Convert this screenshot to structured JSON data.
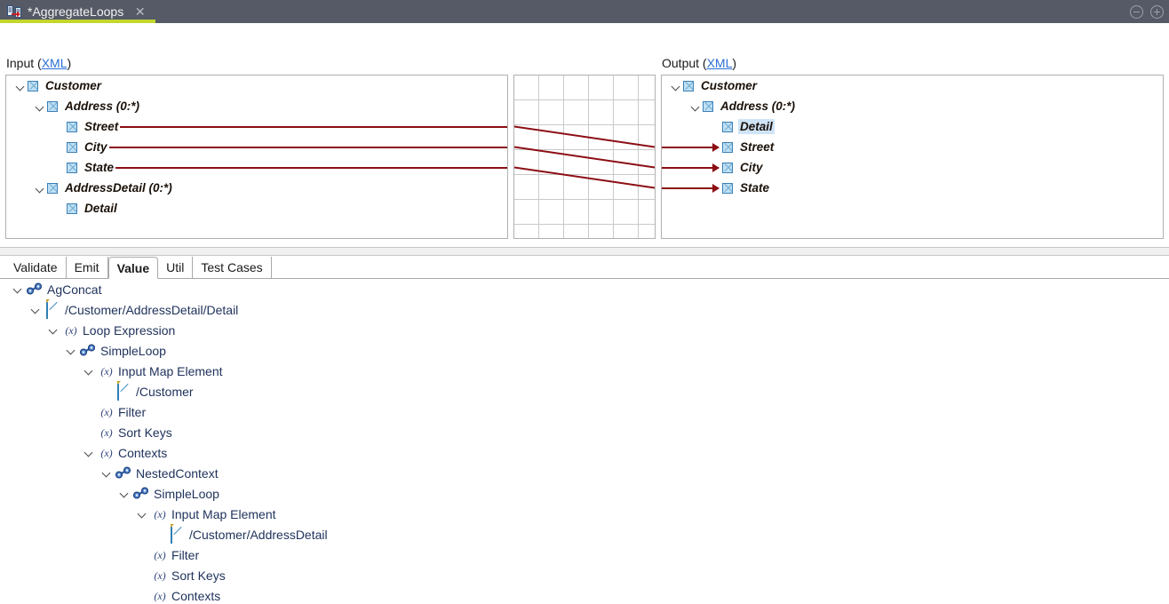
{
  "titlebar": {
    "tab_label": "*AggregateLoops",
    "tab_icon": "map-transform-icon",
    "close_icon": "close-icon",
    "minimize_icon": "minimize-icon",
    "maximize_icon": "maximize-icon",
    "accent_color": "#c2d62e",
    "background_color": "#555a66"
  },
  "mapper": {
    "input": {
      "label": "Input (",
      "link": "XML",
      "label_end": ")",
      "path": "/Examples/Structures/Simple/Customer/CustomerAddress",
      "nodes": [
        {
          "label": "Customer",
          "depth": 0,
          "expander": "open",
          "connector": "none"
        },
        {
          "label": "Address (0:*)",
          "depth": 1,
          "expander": "open",
          "connector": "none"
        },
        {
          "label": "Street",
          "depth": 2,
          "expander": "none",
          "connector": "out"
        },
        {
          "label": "City",
          "depth": 2,
          "expander": "none",
          "connector": "out"
        },
        {
          "label": "State",
          "depth": 2,
          "expander": "none",
          "connector": "out"
        },
        {
          "label": "AddressDetail (0:*)",
          "depth": 1,
          "expander": "open",
          "connector": "none"
        },
        {
          "label": "Detail",
          "depth": 2,
          "expander": "none",
          "connector": "none"
        }
      ]
    },
    "output": {
      "label": "Output (",
      "link": "XML",
      "label_end": ")",
      "path": "/Examples/Structures/Simple/Customer/CustomerCombinedAddresses",
      "nodes": [
        {
          "label": "Customer",
          "depth": 0,
          "expander": "open",
          "connector": "none",
          "selected": false
        },
        {
          "label": "Address (0:*)",
          "depth": 1,
          "expander": "open",
          "connector": "none",
          "selected": false
        },
        {
          "label": "Detail",
          "depth": 2,
          "expander": "none",
          "connector": "none",
          "selected": true
        },
        {
          "label": "Street",
          "depth": 2,
          "expander": "none",
          "connector": "in",
          "selected": false
        },
        {
          "label": "City",
          "depth": 2,
          "expander": "none",
          "connector": "in",
          "selected": false
        },
        {
          "label": "State",
          "depth": 2,
          "expander": "none",
          "connector": "in",
          "selected": false
        }
      ]
    },
    "connector_color": "#8b0e14",
    "links": [
      {
        "from": "Street",
        "to": "Street"
      },
      {
        "from": "City",
        "to": "City"
      },
      {
        "from": "State",
        "to": "State"
      }
    ]
  },
  "bottom_tabs": [
    {
      "label": "Validate",
      "active": false
    },
    {
      "label": "Emit",
      "active": false
    },
    {
      "label": "Value",
      "active": true
    },
    {
      "label": "Util",
      "active": false
    },
    {
      "label": "Test Cases",
      "active": false
    }
  ],
  "expression_tree": [
    {
      "label": "AgConcat",
      "depth": 0,
      "expander": "open",
      "icon": "chain-link-icon"
    },
    {
      "label": "/Customer/AddressDetail/Detail",
      "depth": 1,
      "expander": "open",
      "icon": "map-path-icon"
    },
    {
      "label": "Loop Expression",
      "depth": 2,
      "expander": "open",
      "icon": "expression-icon"
    },
    {
      "label": "SimpleLoop",
      "depth": 3,
      "expander": "open",
      "icon": "chain-link-icon"
    },
    {
      "label": "Input Map Element",
      "depth": 4,
      "expander": "open",
      "icon": "expression-icon"
    },
    {
      "label": "/Customer",
      "depth": 5,
      "expander": "none",
      "icon": "map-path-icon"
    },
    {
      "label": "Filter",
      "depth": 4,
      "expander": "none",
      "icon": "expression-icon"
    },
    {
      "label": "Sort Keys",
      "depth": 4,
      "expander": "none",
      "icon": "expression-icon"
    },
    {
      "label": "Contexts",
      "depth": 4,
      "expander": "open",
      "icon": "expression-icon"
    },
    {
      "label": "NestedContext",
      "depth": 5,
      "expander": "open",
      "icon": "chain-link-icon"
    },
    {
      "label": "SimpleLoop",
      "depth": 6,
      "expander": "open",
      "icon": "chain-link-icon"
    },
    {
      "label": "Input Map Element",
      "depth": 7,
      "expander": "open",
      "icon": "expression-icon"
    },
    {
      "label": "/Customer/AddressDetail",
      "depth": 8,
      "expander": "none",
      "icon": "map-path-icon"
    },
    {
      "label": "Filter",
      "depth": 7,
      "expander": "none",
      "icon": "expression-icon"
    },
    {
      "label": "Sort Keys",
      "depth": 7,
      "expander": "none",
      "icon": "expression-icon"
    },
    {
      "label": "Contexts",
      "depth": 7,
      "expander": "none",
      "icon": "expression-icon"
    }
  ]
}
